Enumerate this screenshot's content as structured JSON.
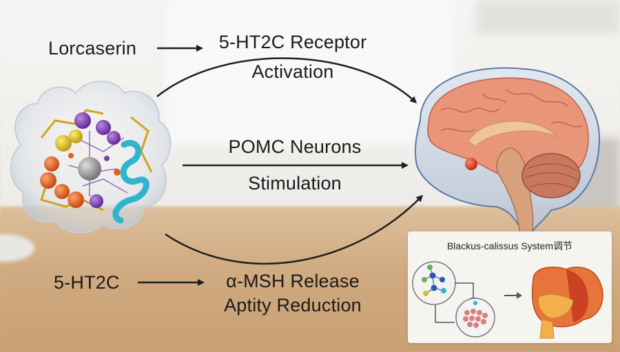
{
  "diagram": {
    "top_left_label": "Lorcaserin",
    "receptor_label_line1": "5-HT2C Receptor",
    "receptor_label_line2": "Activation",
    "pomc_label_line1": "POMC Neurons",
    "pomc_label_line2": "Stimulation",
    "bottom_left_label": "5-HT2C",
    "msh_label_line1": "α-MSH Release",
    "msh_label_line2": "Aptity Reduction"
  },
  "inset": {
    "title": "Blackus-calissus System调节"
  },
  "colors": {
    "arrow": "#1e1e1e",
    "brain_cortex": "#e8957a",
    "brain_inner": "#f0c39a",
    "cerebellum": "#c8785e",
    "brainstem": "#d9a07c",
    "hypothalamus_dot": "#e0401c",
    "helix_cyan": "#2fb5cc",
    "sphere_purple": "#7a3fb0",
    "sphere_orange": "#e0601e",
    "sphere_yellow": "#e0c020",
    "sphere_gray": "#9a9a9a",
    "stomach": "#e7743a"
  }
}
